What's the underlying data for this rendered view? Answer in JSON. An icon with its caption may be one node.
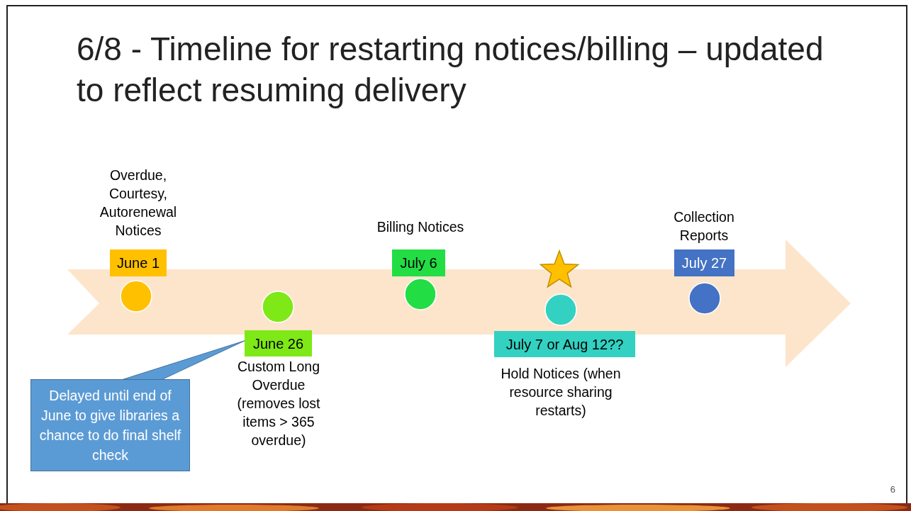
{
  "diagram": {
    "title": "6/8 - Timeline for restarting notices/billing – updated to reflect resuming delivery",
    "nodes": [
      {
        "text": [
          "June 1"
        ],
        "beside": [
          "Overdue, Courtesy, Autorenewal Notices"
        ]
      },
      {
        "text": [
          "June 26"
        ],
        "beside": [
          "Custom Long Overdue (removes lost items > 365 overdue)"
        ]
      },
      {
        "text": [
          "July 6"
        ],
        "beside": [
          "Billing Notices"
        ]
      },
      {
        "text": [
          "July 7 or Aug 12??"
        ],
        "beside": [
          "Hold Notices (when resource sharing restarts)"
        ]
      },
      {
        "text": [
          "July 27"
        ],
        "beside": [
          "Collection Reports"
        ]
      },
      {
        "text": [
          "Delayed until end of June to give libraries a chance to do final shelf check"
        ]
      },
      {
        "text": [],
        "shape": "circle"
      },
      {
        "text": [],
        "shape": "circle"
      },
      {
        "text": [],
        "shape": "circle"
      },
      {
        "text": [],
        "shape": "star"
      },
      {
        "text": [],
        "shape": "circle"
      },
      {
        "text": [],
        "shape": "circle"
      }
    ],
    "edges": [
      {
        "from": 5,
        "to": 1,
        "arrow": "none"
      }
    ],
    "labels": [
      "6"
    ]
  }
}
